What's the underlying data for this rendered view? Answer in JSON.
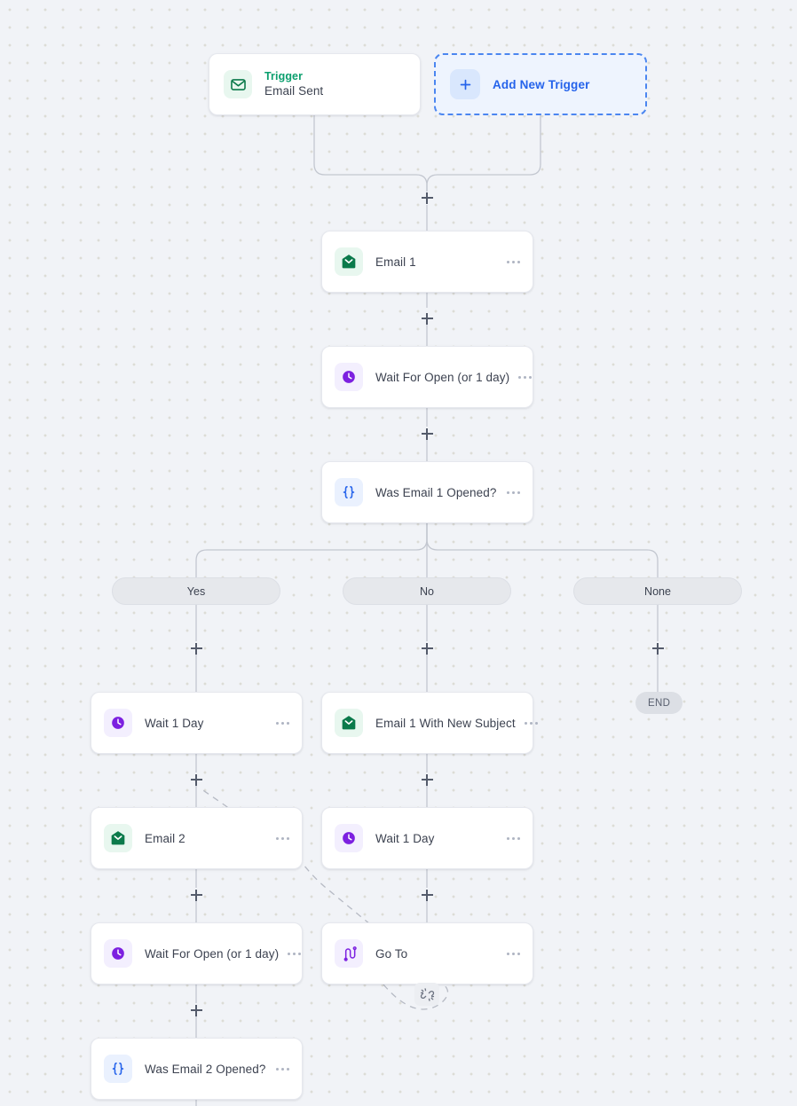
{
  "canvas": {
    "background": "#f1f3f7",
    "dot_color": "#dcdcd6"
  },
  "trigger": {
    "icon": "envelope-outline-icon",
    "title": "Trigger",
    "subtitle": "Email Sent",
    "title_color": "#0b9f6e"
  },
  "add_trigger": {
    "icon": "plus-icon",
    "label": "Add New Trigger",
    "accent": "#2563eb",
    "fill": "#eef4fe"
  },
  "nodes": [
    {
      "id": "email1",
      "label": "Email 1",
      "icon": "envelope-icon",
      "icon_kind": "green",
      "menu": "more-options-icon"
    },
    {
      "id": "wait1",
      "label": "Wait For Open (or 1 day)",
      "icon": "clock-icon",
      "icon_kind": "purple",
      "menu": "more-options-icon"
    },
    {
      "id": "cond1",
      "label": "Was Email 1 Opened?",
      "icon": "braces-icon",
      "icon_kind": "blue",
      "menu": "more-options-icon"
    },
    {
      "id": "waitday1",
      "label": "Wait 1 Day",
      "icon": "clock-icon",
      "icon_kind": "purple",
      "menu": "more-options-icon"
    },
    {
      "id": "email1ns",
      "label": "Email 1 With New Subject",
      "icon": "envelope-icon",
      "icon_kind": "green",
      "menu": "more-options-icon"
    },
    {
      "id": "email2",
      "label": "Email 2",
      "icon": "envelope-icon",
      "icon_kind": "green",
      "menu": "more-options-icon"
    },
    {
      "id": "waitday2",
      "label": "Wait 1 Day",
      "icon": "clock-icon",
      "icon_kind": "purple",
      "menu": "more-options-icon"
    },
    {
      "id": "wait2",
      "label": "Wait For Open (or 1 day)",
      "icon": "clock-icon",
      "icon_kind": "purple",
      "menu": "more-options-icon"
    },
    {
      "id": "goto",
      "label": "Go To",
      "icon": "route-icon",
      "icon_kind": "purple",
      "menu": "more-options-icon"
    },
    {
      "id": "cond2",
      "label": "Was Email 2 Opened?",
      "icon": "braces-icon",
      "icon_kind": "blue",
      "menu": "more-options-icon"
    }
  ],
  "branches": [
    {
      "id": "yes",
      "label": "Yes"
    },
    {
      "id": "no",
      "label": "No"
    },
    {
      "id": "none",
      "label": "None"
    }
  ],
  "end_badge": {
    "label": "END"
  },
  "broken_link": {
    "icon": "broken-link-icon"
  },
  "colors": {
    "email_icon": "#0b7a4b",
    "email_icon_bg": "#e8f7ef",
    "wait_icon": "#7c20e0",
    "wait_icon_bg": "#f3effe",
    "condition_icon": "#2563eb",
    "condition_icon_bg": "#eaf1fe",
    "card_border": "#e6e8ee",
    "wire": "#c3c7d0"
  }
}
